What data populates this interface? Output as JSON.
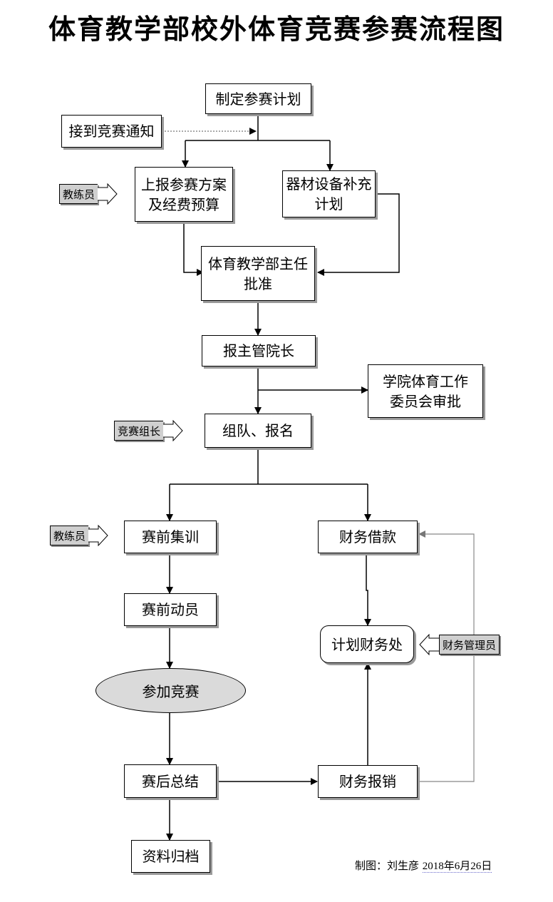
{
  "title": "体育教学部校外体育竞赛参赛流程图",
  "nodes": {
    "plan": "制定参赛计划",
    "notice": "接到竞赛通知",
    "report_plan": "上报参赛方案\n及经费预算",
    "equipment": "器材设备补充\n计划",
    "director": "体育教学部主任\n批准",
    "vice_dean": "报主管院长",
    "committee": "学院体育工作\n委员会审批",
    "team": "组队、报名",
    "training": "赛前集训",
    "loan": "财务借款",
    "mobilize": "赛前动员",
    "finance_office": "计划财务处",
    "compete": "参加竞赛",
    "summary": "赛后总结",
    "reimburse": "财务报销",
    "archive": "资料归档"
  },
  "tags": {
    "coach1": "教练员",
    "captain": "竞赛组长",
    "coach2": "教练员",
    "finance_manager": "财务管理员"
  },
  "credit": {
    "author": "制图：刘生彦",
    "date": "2018年6月26日"
  }
}
